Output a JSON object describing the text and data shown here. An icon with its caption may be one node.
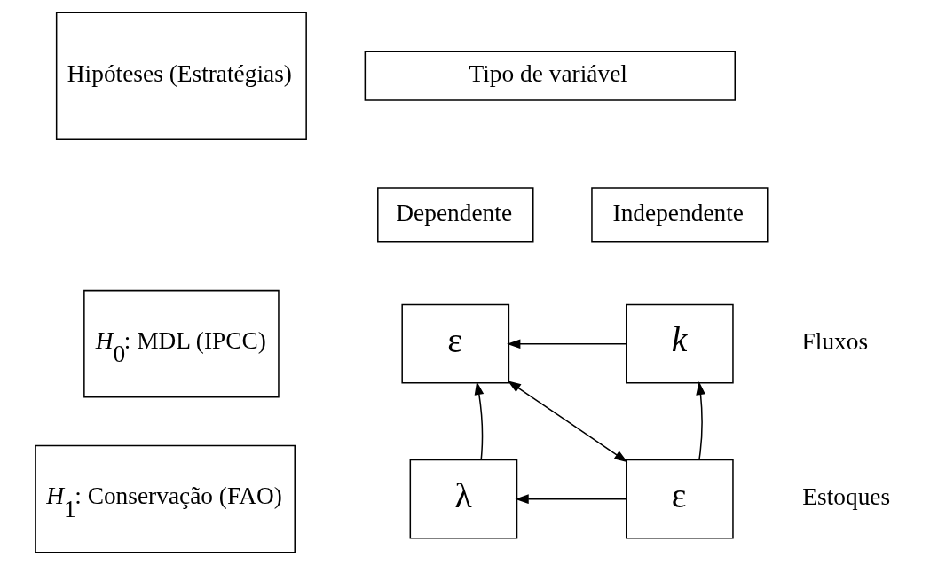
{
  "diagram": {
    "nodes": [
      {
        "text": [
          "Hipóteses (Estratégias)"
        ]
      },
      {
        "text": [
          "Tipo de variável"
        ]
      },
      {
        "text": [
          "Dependente"
        ]
      },
      {
        "text": [
          "Independente"
        ]
      },
      {
        "text": [
          "*H*$_{0}$: MDL (IPCC)"
        ]
      },
      {
        "text": [
          "ε"
        ]
      },
      {
        "text": [
          "k"
        ]
      },
      {
        "text": [
          "*H*$_{1}$: Conservação (FAO)"
        ]
      },
      {
        "text": [
          "λ"
        ]
      },
      {
        "text": [
          "ε"
        ]
      }
    ],
    "edges": [
      {
        "from": 6,
        "to": 5,
        "arrow": "to"
      },
      {
        "from": 8,
        "to": 5,
        "arrow": "to"
      },
      {
        "from": 5,
        "to": 9,
        "arrow": "both"
      },
      {
        "from": 9,
        "to": 6,
        "arrow": "to"
      },
      {
        "from": 9,
        "to": 8,
        "arrow": "to"
      }
    ],
    "labels": [
      "Fluxos",
      "Estoques"
    ]
  }
}
